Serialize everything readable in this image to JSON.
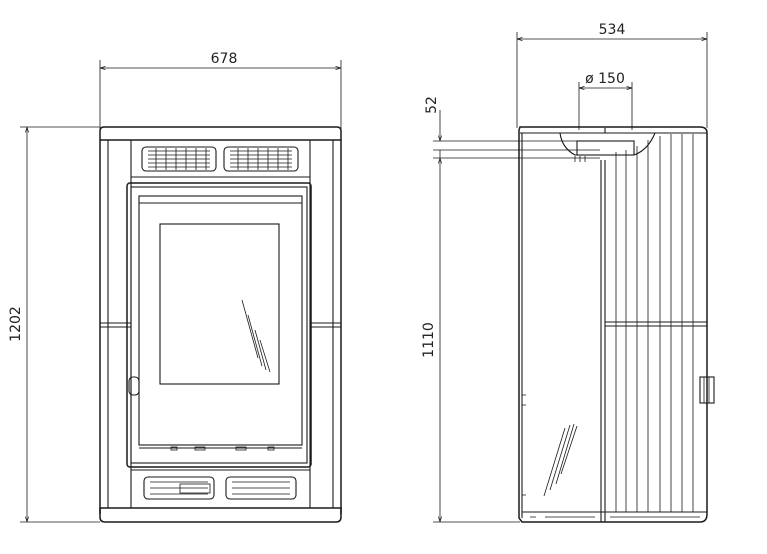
{
  "front_view": {
    "width_label": "678",
    "height_label": "1202"
  },
  "side_view": {
    "depth_label": "534",
    "flue_label": "ø 150",
    "offset_label": "52",
    "flue_height_label": "1110"
  },
  "colors": {
    "line": "#1a1a1a",
    "flue_fill": "#c8c8c8"
  }
}
